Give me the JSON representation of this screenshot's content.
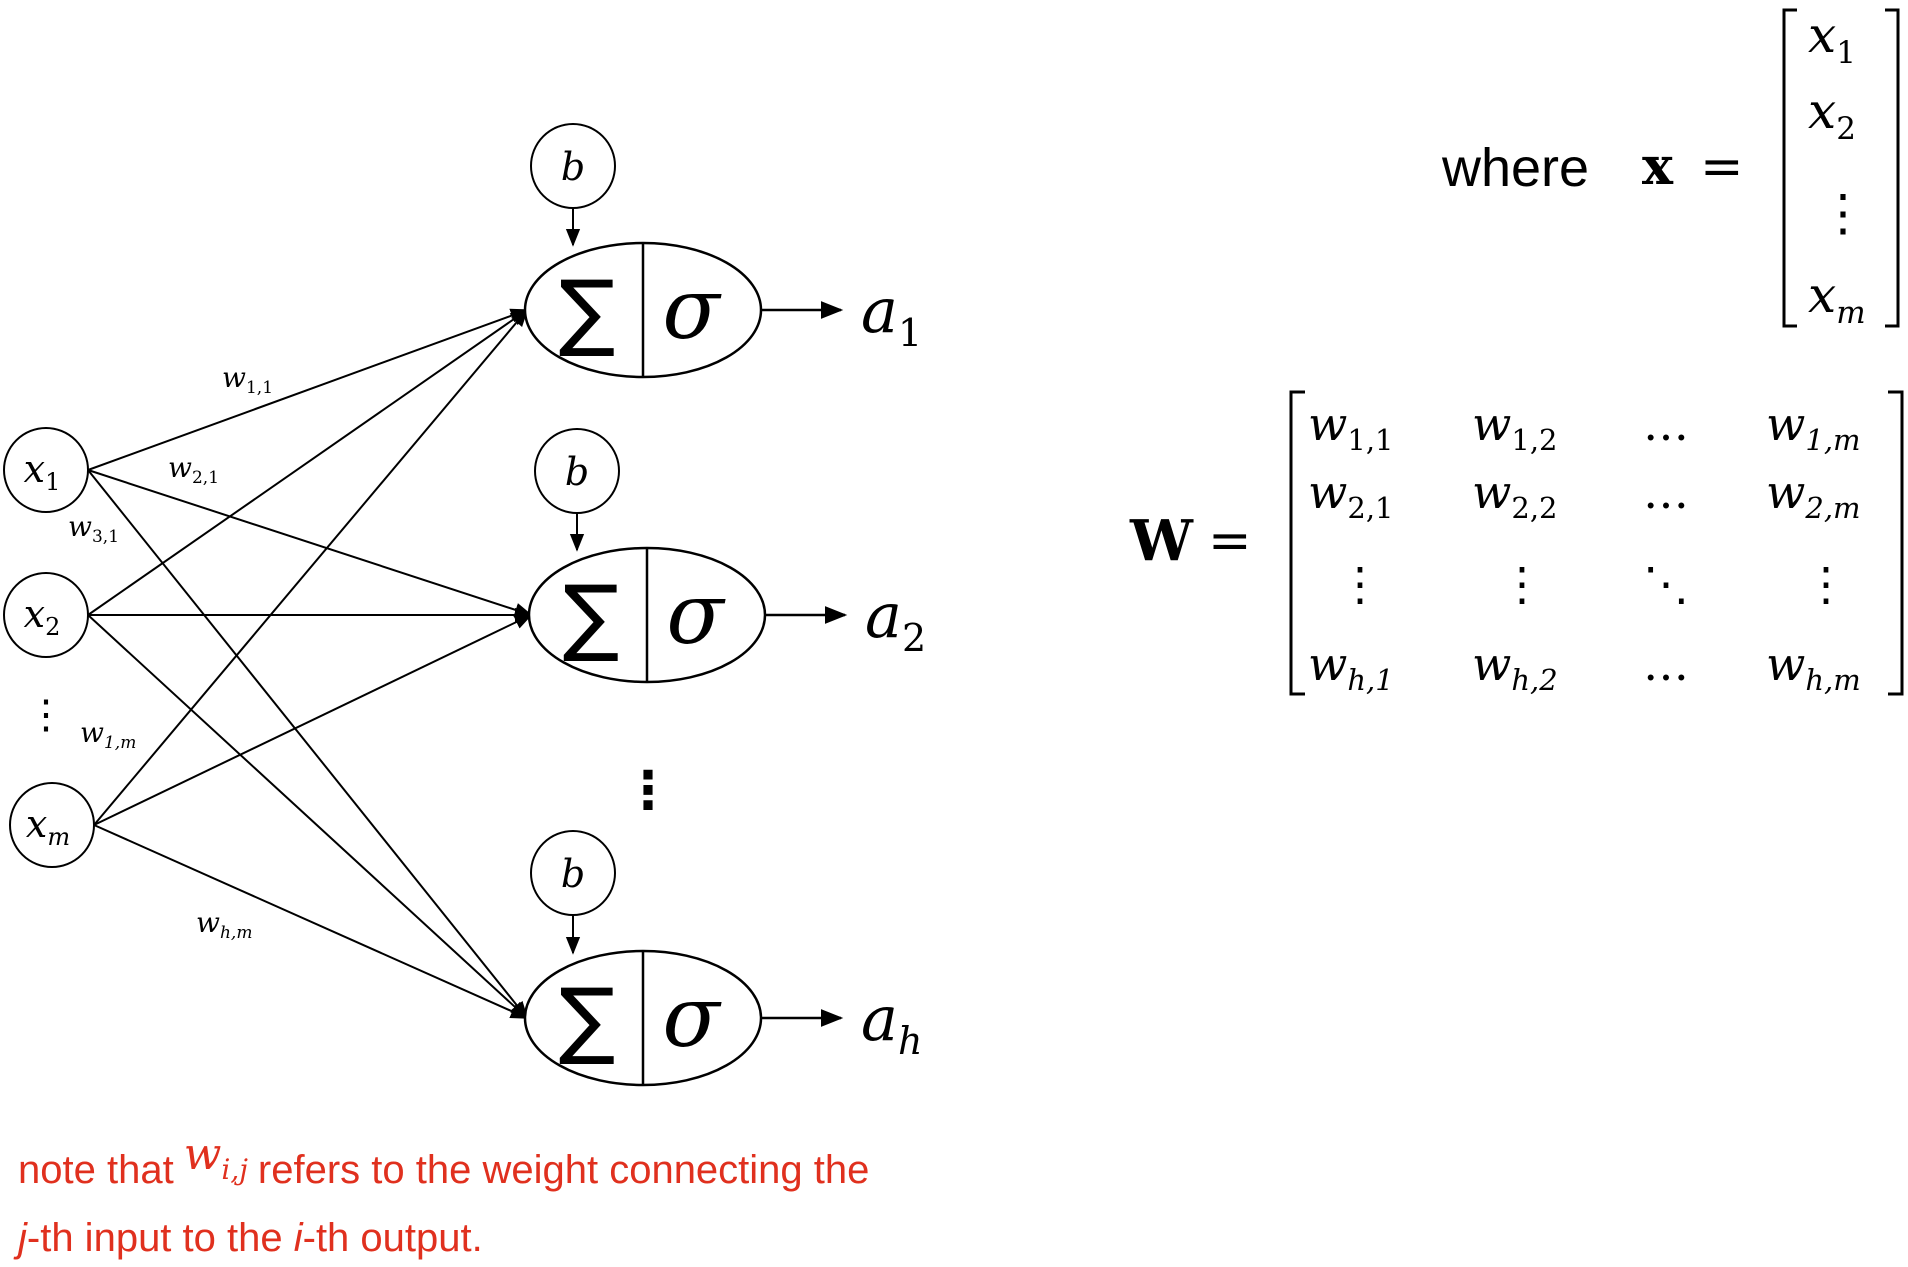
{
  "inputs": [
    {
      "id": "x1",
      "base": "x",
      "sub": "1"
    },
    {
      "id": "x2",
      "base": "x",
      "sub": "2"
    },
    {
      "id": "xm",
      "base": "x",
      "sub": "m"
    }
  ],
  "input_ellipsis": "⋮",
  "bias_label": "b",
  "neuron_sum_symbol": "∑",
  "neuron_activation_symbol": "σ",
  "outputs": [
    {
      "id": "a1",
      "base": "a",
      "sub": "1"
    },
    {
      "id": "a2",
      "base": "a",
      "sub": "2"
    },
    {
      "id": "ah",
      "base": "a",
      "sub": "h"
    }
  ],
  "neuron_ellipsis": "⋮",
  "edge_labels": [
    {
      "id": "w11",
      "base": "w",
      "sub": "1,1"
    },
    {
      "id": "w21",
      "base": "w",
      "sub": "2,1"
    },
    {
      "id": "w31",
      "base": "w",
      "sub": "3,1"
    },
    {
      "id": "w1m",
      "base": "w",
      "sub": "1,m"
    },
    {
      "id": "whm",
      "base": "w",
      "sub": "h,m"
    }
  ],
  "x_vector": {
    "where_text": "where",
    "symbol": "x",
    "equals": "=",
    "entries": [
      {
        "base": "x",
        "sub": "1"
      },
      {
        "base": "x",
        "sub": "2"
      },
      {
        "base": "⋮",
        "sub": ""
      },
      {
        "base": "x",
        "sub": "m"
      }
    ]
  },
  "w_matrix": {
    "symbol": "W",
    "equals": "=",
    "rows": [
      [
        {
          "base": "w",
          "sub": "1,1"
        },
        {
          "base": "w",
          "sub": "1,2"
        },
        {
          "base": "…",
          "sub": ""
        },
        {
          "base": "w",
          "sub": "1,m"
        }
      ],
      [
        {
          "base": "w",
          "sub": "2,1"
        },
        {
          "base": "w",
          "sub": "2,2"
        },
        {
          "base": "…",
          "sub": ""
        },
        {
          "base": "w",
          "sub": "2,m"
        }
      ],
      [
        {
          "base": "⋮",
          "sub": ""
        },
        {
          "base": "⋮",
          "sub": ""
        },
        {
          "base": "⋱",
          "sub": ""
        },
        {
          "base": "⋮",
          "sub": ""
        }
      ],
      [
        {
          "base": "w",
          "sub": "h,1"
        },
        {
          "base": "w",
          "sub": "h,2"
        },
        {
          "base": "…",
          "sub": ""
        },
        {
          "base": "w",
          "sub": "h,m"
        }
      ]
    ]
  },
  "note": {
    "prefix": "note that",
    "symbol_base": "w",
    "symbol_sub": "i,j",
    "suffix": "refers to the weight connecting the",
    "line2_j": "j",
    "line2_mid": "-th input to the ",
    "line2_i": "i",
    "line2_end": "-th output."
  },
  "colors": {
    "ink": "#000000",
    "note": "#e0301e",
    "background": "#ffffff"
  }
}
